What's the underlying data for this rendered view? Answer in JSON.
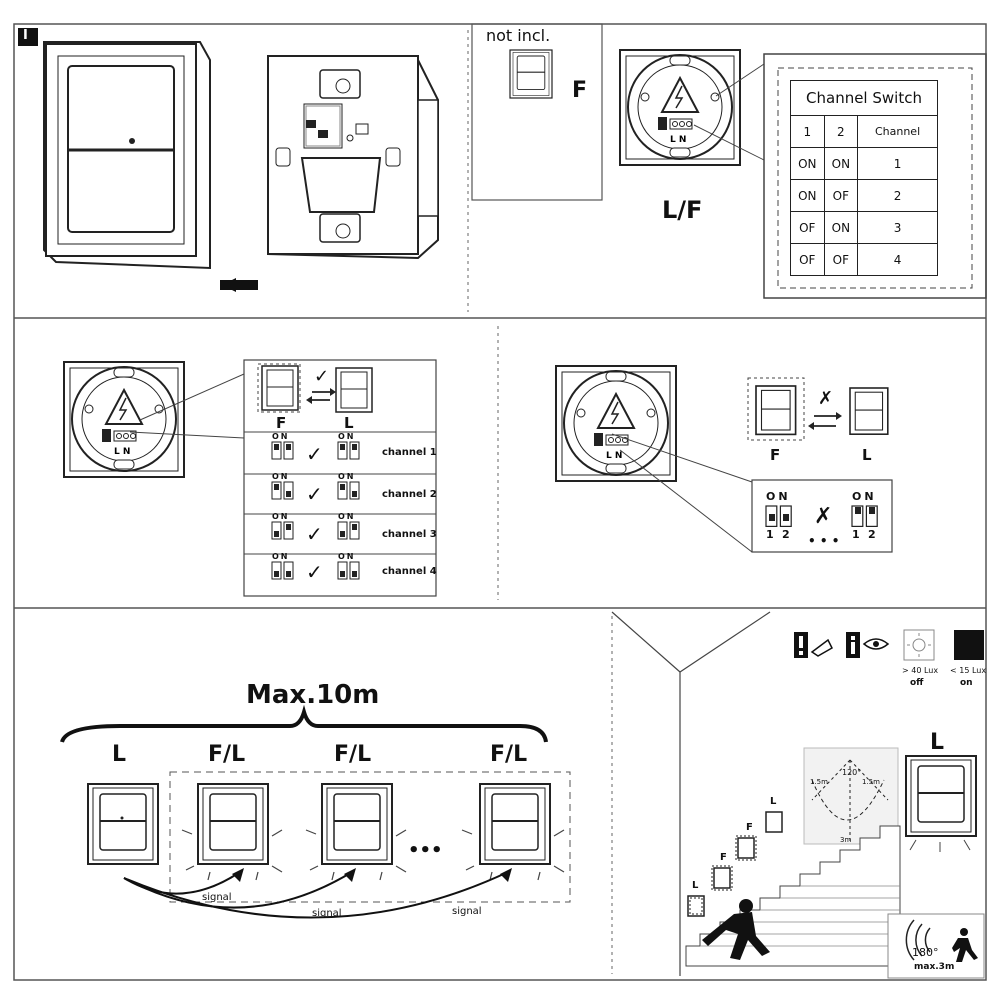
{
  "step_marker": "I",
  "panel_a": {
    "not_included": "not incl.",
    "f_label": "F",
    "lf_label": "L/F"
  },
  "channel_table": {
    "title": "Channel Switch",
    "headers": [
      "1",
      "2",
      "Channel"
    ],
    "rows": [
      [
        "ON",
        "ON",
        "1"
      ],
      [
        "ON",
        "OF",
        "2"
      ],
      [
        "OF",
        "ON",
        "3"
      ],
      [
        "OF",
        "OF",
        "4"
      ]
    ]
  },
  "pairing": {
    "f_label": "F",
    "l_label": "L",
    "channels": [
      "channel 1",
      "channel 2",
      "channel 3",
      "channel 4"
    ],
    "dip_on": "ON",
    "dip_1": "1",
    "dip_2": "2",
    "check": "✓",
    "cross": "✗",
    "dots": "• • •"
  },
  "relay": {
    "max_distance": "Max.10m",
    "l_label": "L",
    "fl_label": "F/L",
    "ellipsis": "•••",
    "signal": "signal"
  },
  "install": {
    "lux_day": "> 40 Lux",
    "lux_day_state": "off",
    "lux_night": "< 15 Lux",
    "lux_night_state": "on",
    "l_label": "L",
    "f_label": "F",
    "angle": "120°",
    "side_dist": "1.5m",
    "depth": "3m",
    "detection_angle": "180°",
    "detection_range": "max.3m"
  },
  "colors": {
    "line": "#222222",
    "panel_border": "#555555",
    "fill_dark": "#111111",
    "fill_light": "#f2f2f2"
  }
}
